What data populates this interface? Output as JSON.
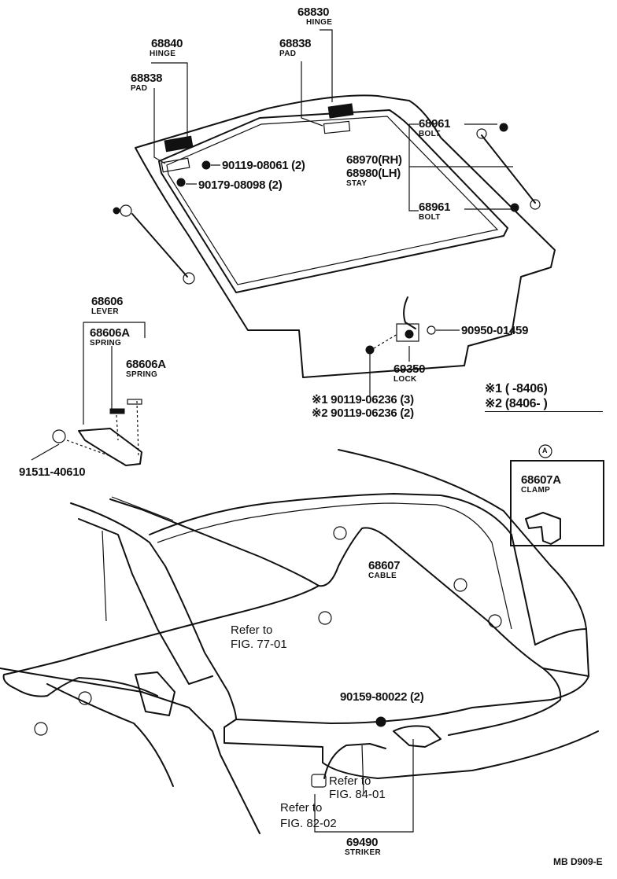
{
  "labels": {
    "p68830": "68830",
    "hinge1": "HINGE",
    "p68838a": "68838",
    "pad1": "PAD",
    "p68840": "68840",
    "hinge2": "HINGE",
    "p68838b": "68838",
    "pad2": "PAD",
    "p68961a": "68961",
    "bolt1": "BOLT",
    "p68970": "68970(RH)",
    "p68980": "68980(LH)",
    "stay": "STAY",
    "p68961b": "68961",
    "bolt2": "BOLT",
    "b9011908061": "90119-08061 (2)",
    "b9017908098": "90179-08098 (2)",
    "p68606": "68606",
    "lever": "LEVER",
    "p68606A1": "68606A",
    "spring1": "SPRING",
    "p68606A2": "68606A",
    "spring2": "SPRING",
    "b9095001459": "90950-01459",
    "p69350": "69350",
    "lock": "LOCK",
    "note1": "※1 90119-06236 (3)",
    "note2": "※2 90119-06236 (2)",
    "legend1": "※1 (      -8406)",
    "legend2": "※2 (8406-       )",
    "b9151140610": "91511-40610",
    "circA": "A",
    "p68607A": "68607A",
    "clamp": "CLAMP",
    "p68607": "68607",
    "cable": "CABLE",
    "ref77a": "Refer to",
    "ref77b": "FIG. 77-01",
    "b9015980022": "90159-80022 (2)",
    "ref84a": "Refer to",
    "ref84b": "FIG. 84-01",
    "ref82a": "Refer to",
    "ref82b": "FIG. 82-02",
    "p69490": "69490",
    "striker": "STRIKER",
    "code": "MB D909-E"
  }
}
